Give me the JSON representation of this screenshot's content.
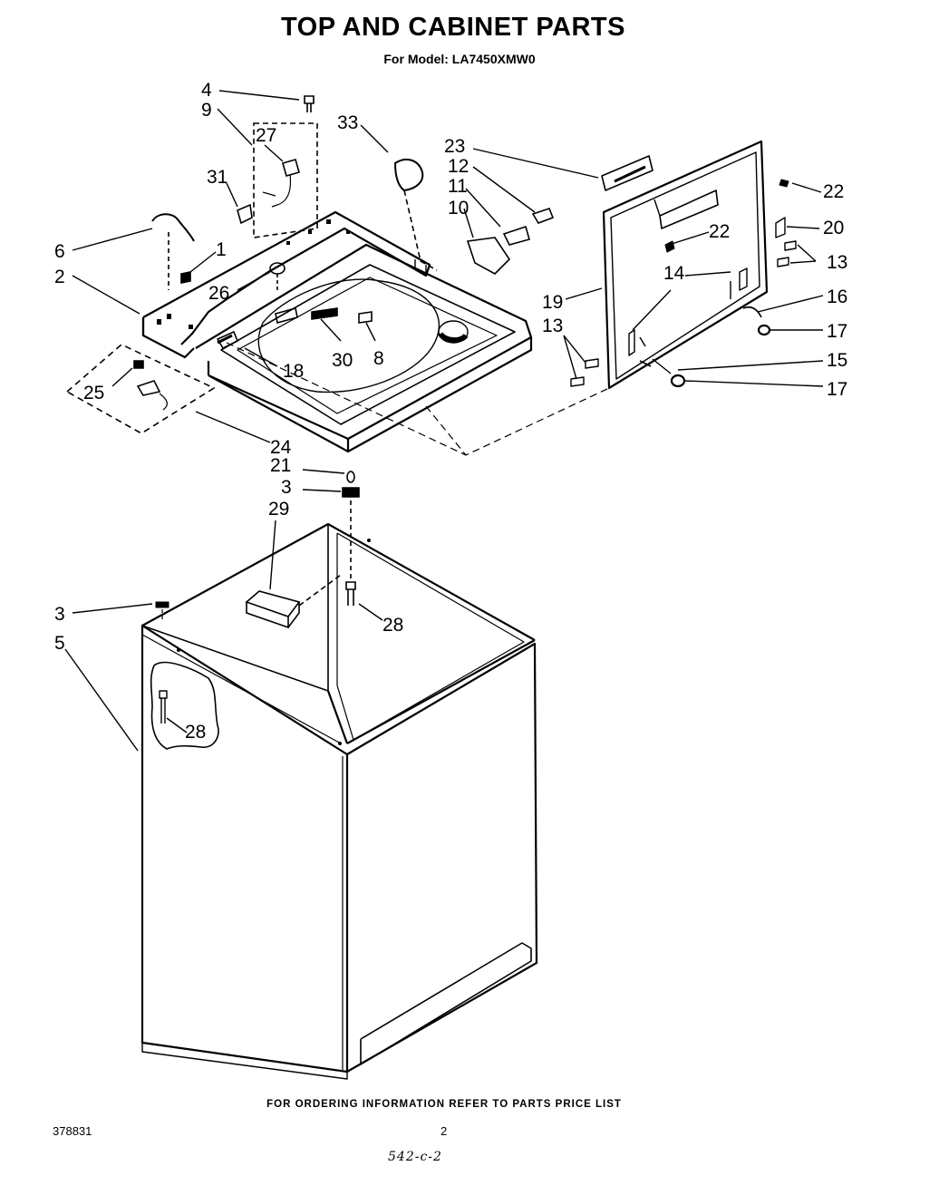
{
  "header": {
    "title": "TOP AND CABINET PARTS",
    "model_line": "For Model: LA7450XMW0"
  },
  "callouts": [
    {
      "id": "c4",
      "label": "4"
    },
    {
      "id": "c9",
      "label": "9"
    },
    {
      "id": "c27",
      "label": "27"
    },
    {
      "id": "c31",
      "label": "31"
    },
    {
      "id": "c6",
      "label": "6"
    },
    {
      "id": "c1",
      "label": "1"
    },
    {
      "id": "c2",
      "label": "2"
    },
    {
      "id": "c26",
      "label": "26"
    },
    {
      "id": "c33",
      "label": "33"
    },
    {
      "id": "c23",
      "label": "23"
    },
    {
      "id": "c12",
      "label": "12"
    },
    {
      "id": "c11",
      "label": "11"
    },
    {
      "id": "c10",
      "label": "10"
    },
    {
      "id": "c30",
      "label": "30"
    },
    {
      "id": "c8",
      "label": "8"
    },
    {
      "id": "c18",
      "label": "18"
    },
    {
      "id": "c25",
      "label": "25"
    },
    {
      "id": "c24",
      "label": "24"
    },
    {
      "id": "c22a",
      "label": "22"
    },
    {
      "id": "c22b",
      "label": "22"
    },
    {
      "id": "c20",
      "label": "20"
    },
    {
      "id": "c13a",
      "label": "13"
    },
    {
      "id": "c14",
      "label": "14"
    },
    {
      "id": "c16",
      "label": "16"
    },
    {
      "id": "c19",
      "label": "19"
    },
    {
      "id": "c13b",
      "label": "13"
    },
    {
      "id": "c17a",
      "label": "17"
    },
    {
      "id": "c15",
      "label": "15"
    },
    {
      "id": "c17b",
      "label": "17"
    },
    {
      "id": "c21",
      "label": "21"
    },
    {
      "id": "c3a",
      "label": "3"
    },
    {
      "id": "c29",
      "label": "29"
    },
    {
      "id": "c28a",
      "label": "28"
    },
    {
      "id": "c3b",
      "label": "3"
    },
    {
      "id": "c5",
      "label": "5"
    },
    {
      "id": "c28b",
      "label": "28"
    }
  ],
  "footer": {
    "ordering_note": "FOR ORDERING INFORMATION REFER TO PARTS PRICE LIST",
    "doc_number": "378831",
    "page_number": "2",
    "handwritten": "542-c-2"
  }
}
